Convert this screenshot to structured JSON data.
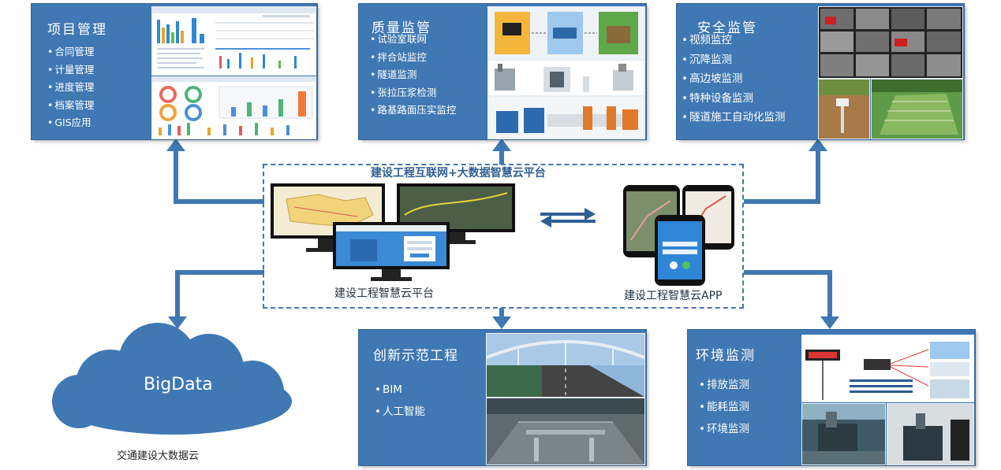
{
  "center": {
    "title": "建设工程互联网+大数据智慧云平台",
    "platform_caption": "建设工程智慧云平台",
    "app_caption": "建设工程智慧云APP"
  },
  "panels": {
    "project": {
      "title": "项目管理",
      "items": [
        "合同管理",
        "计量管理",
        "进度管理",
        "档案管理",
        "GIS应用"
      ]
    },
    "quality": {
      "title": "质量监管",
      "items": [
        "试验室联网",
        "拌合站监控",
        "隧道监测",
        "张拉压浆检测",
        "路基路面压实监控"
      ]
    },
    "safety": {
      "title": "安全监管",
      "items": [
        "视频监控",
        "沉降监测",
        "高边坡监测",
        "特种设备监测",
        "隧道施工自动化监测"
      ]
    },
    "innovation": {
      "title": "创新示范工程",
      "items": [
        "BIM",
        "人工智能"
      ]
    },
    "environment": {
      "title": "环境监测",
      "items": [
        "排放监测",
        "能耗监测",
        "环境监测"
      ]
    }
  },
  "bigdata": {
    "label": "BigData",
    "caption": "交通建设大数据云"
  },
  "colors": {
    "panel": "#3f78b3",
    "arrow": "#3f78b3",
    "title_text": "#2f5f93"
  }
}
